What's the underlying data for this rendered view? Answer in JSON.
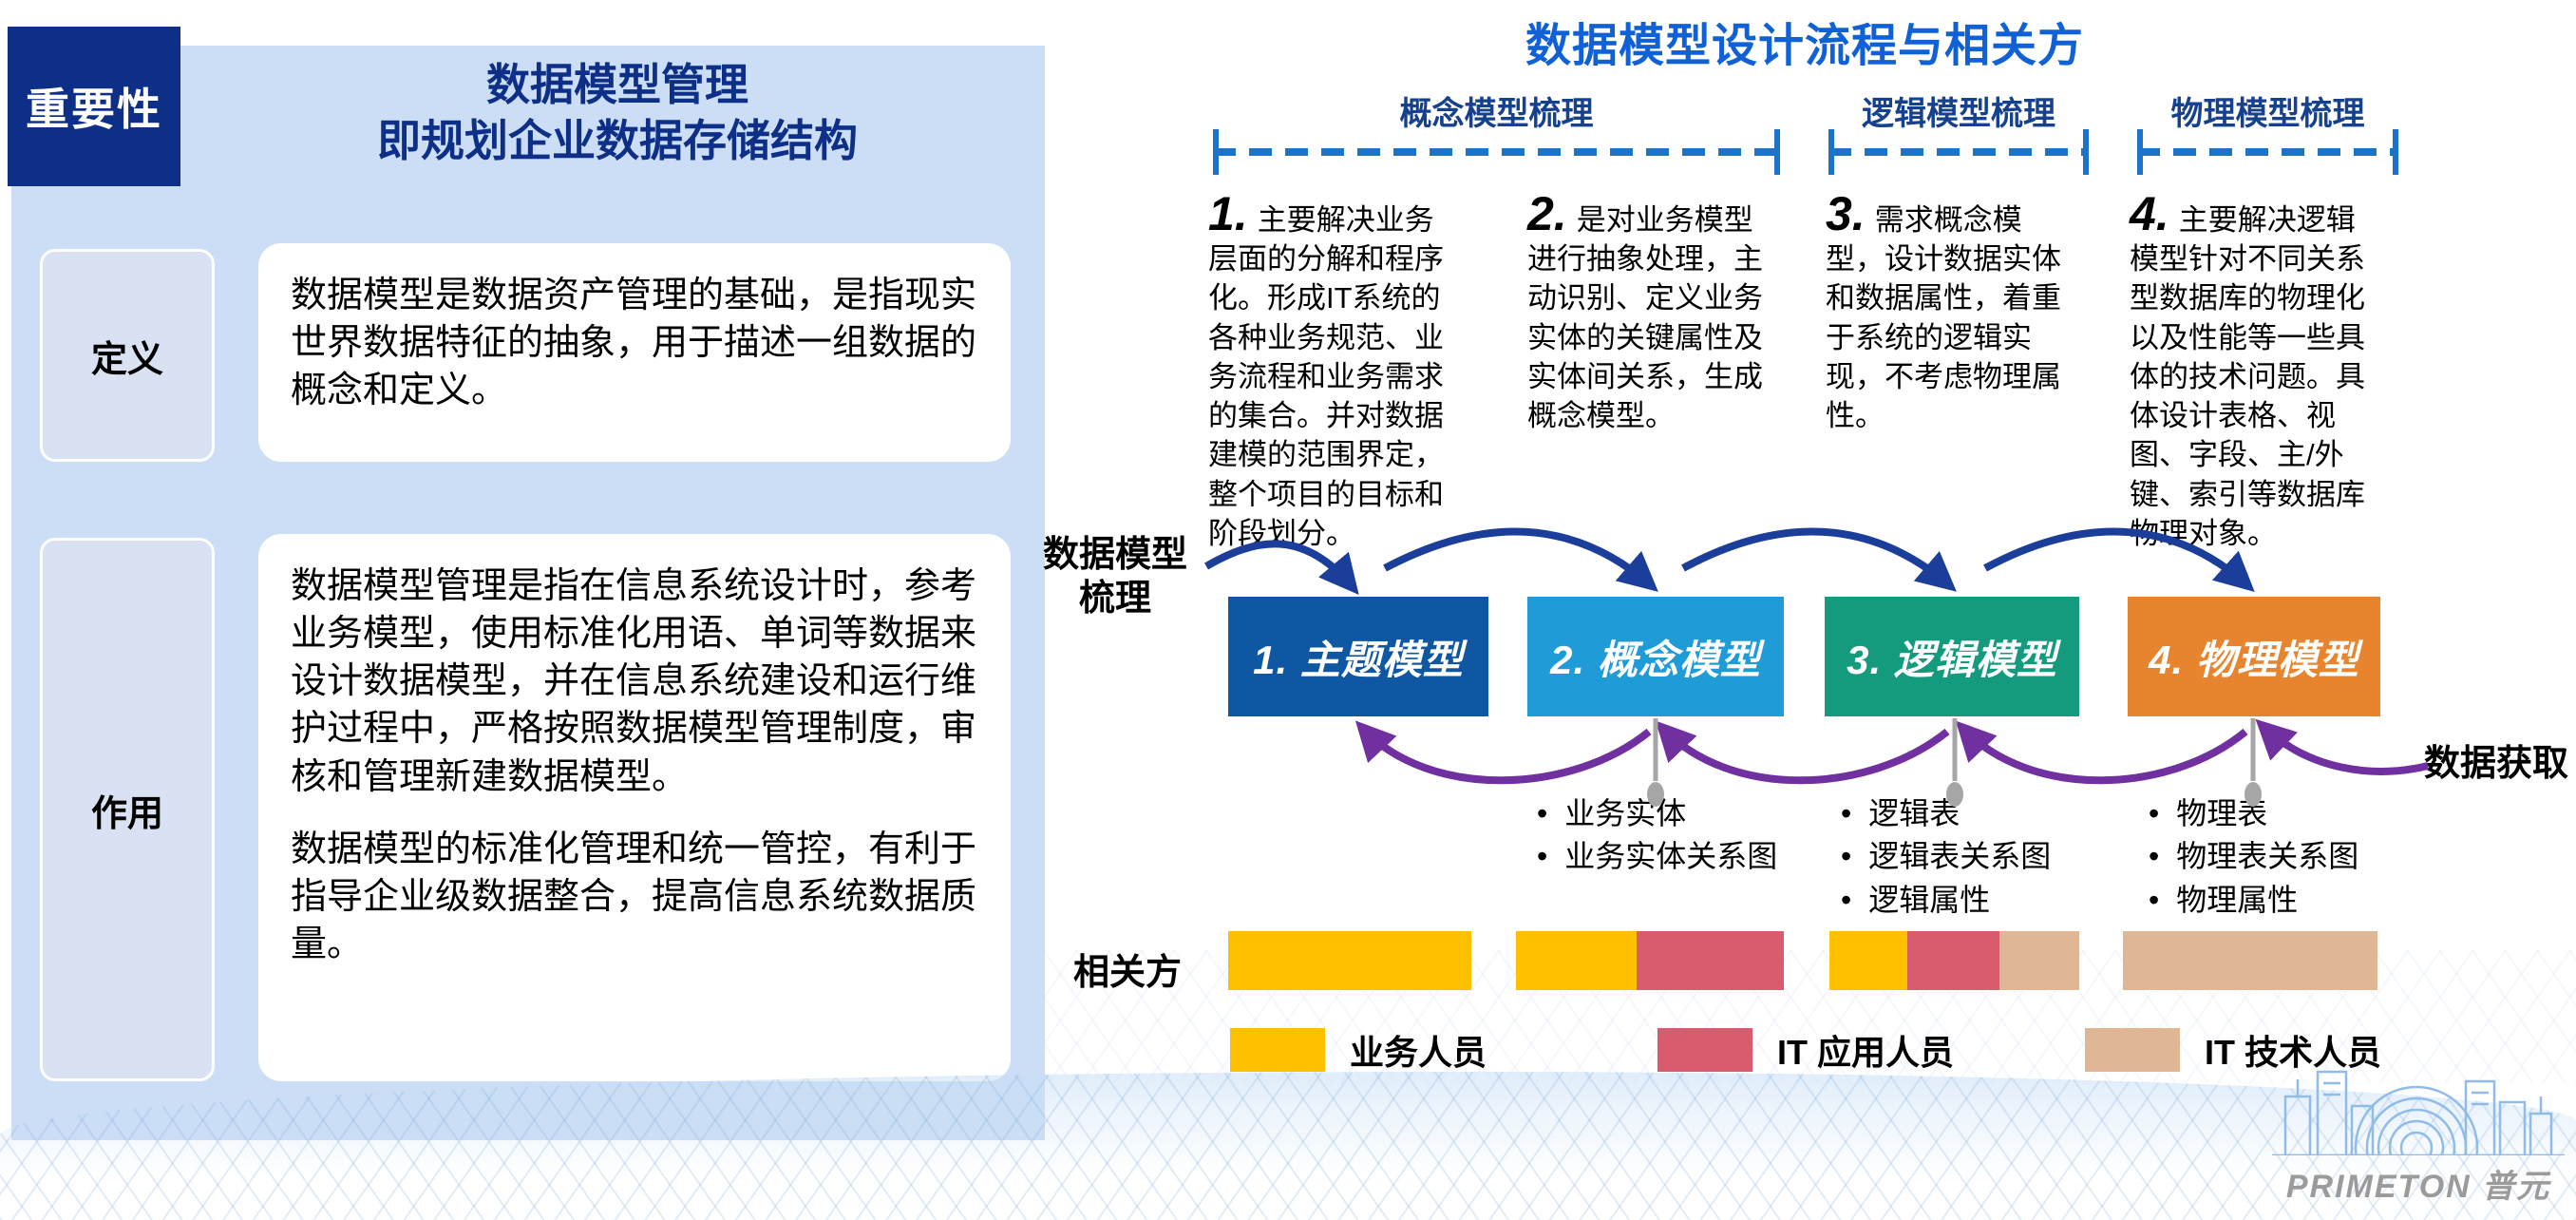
{
  "left_panel": {
    "tag": "重要性",
    "title_line1": "数据模型管理",
    "title_line2": "即规划企业数据存储结构",
    "definition": {
      "label": "定义",
      "text": "数据模型是数据资产管理的基础，是指现实世界数据特征的抽象，用于描述一组数据的概念和定义。"
    },
    "role": {
      "label": "作用",
      "paragraph1": "数据模型管理是指在信息系统设计时，参考业务模型，使用标准化用语、单词等数据来设计数据模型，并在信息系统建设和运行维护过程中，严格按照数据模型管理制度，审核和管理新建数据模型。",
      "paragraph2": "数据模型的标准化管理和统一管控，有利于指导企业级数据整合，提高信息系统数据质量。"
    }
  },
  "right_panel": {
    "title": "数据模型设计流程与相关方",
    "phases": [
      {
        "label": "概念模型梳理"
      },
      {
        "label": "逻辑模型梳理"
      },
      {
        "label": "物理模型梳理"
      }
    ],
    "flow_label_line1": "数据模型",
    "flow_label_line2": "梳理",
    "acquire_label": "数据获取",
    "stakeholder_label": "相关方",
    "steps": [
      {
        "number": "1.",
        "description": "主要解决业务层面的分解和程序化。形成IT系统的各种业务规范、业务流程和业务需求的集合。并对数据建模的范围界定，整个项目的目标和阶段划分。",
        "box_label": "1. 主题模型",
        "box_color": "#0F57A3",
        "outputs": []
      },
      {
        "number": "2.",
        "description": "是对业务模型进行抽象处理，主动识别、定义业务实体的关键属性及实体间关系，生成概念模型。",
        "box_label": "2. 概念模型",
        "box_color": "#1F9BD7",
        "outputs": [
          "业务实体",
          "业务实体关系图"
        ]
      },
      {
        "number": "3.",
        "description": "需求概念模型，设计数据实体和数据属性，着重于系统的逻辑实现，不考虑物理属性。",
        "box_label": "3. 逻辑模型",
        "box_color": "#149B7E",
        "outputs": [
          "逻辑表",
          "逻辑表关系图",
          "逻辑属性"
        ]
      },
      {
        "number": "4.",
        "description": "主要解决逻辑模型针对不同关系型数据库的物理化以及性能等一些具体的技术问题。具体设计表格、视图、字段、主/外键、索引等数据库物理对象。",
        "box_label": "4. 物理模型",
        "box_color": "#E9842E",
        "outputs": [
          "物理表",
          "物理表关系图",
          "物理属性"
        ]
      }
    ],
    "bars": [
      {
        "segments": [
          {
            "color": "#FFC000",
            "pct": 100
          }
        ]
      },
      {
        "segments": [
          {
            "color": "#FFC000",
            "pct": 45
          },
          {
            "color": "#D85C6E",
            "pct": 55
          }
        ]
      },
      {
        "segments": [
          {
            "color": "#FFC000",
            "pct": 31
          },
          {
            "color": "#D85C6E",
            "pct": 37
          },
          {
            "color": "#DFB795",
            "pct": 32
          }
        ]
      },
      {
        "segments": [
          {
            "color": "#DFB795",
            "pct": 100
          }
        ]
      }
    ],
    "legend": [
      {
        "label": "业务人员",
        "color": "#FFC000"
      },
      {
        "label": "IT 应用人员",
        "color": "#D85C6E"
      },
      {
        "label": "IT 技术人员",
        "color": "#DFB795"
      }
    ]
  },
  "logo": {
    "text": "PRIMETON 普元"
  },
  "colors": {
    "panel_bg": "#CBDEF5",
    "navy": "#0D2F87",
    "right_title_blue": "#1161D6",
    "phase_header_navy": "#16418F",
    "dash_blue": "#1B74C9",
    "arrow_blue": "#1B3E9B",
    "arrow_purple": "#7030A0",
    "connector_gray": "#A6A6A6",
    "bar_yellow": "#FFC000",
    "bar_pink": "#D85C6E",
    "bar_tan": "#DFB795"
  }
}
